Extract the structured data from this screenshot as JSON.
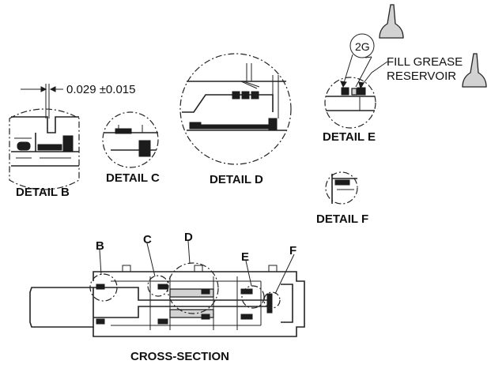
{
  "dimension": {
    "value": "0.029 ±0.015"
  },
  "details": {
    "b": {
      "title": "DETAIL B",
      "marker": "B"
    },
    "c": {
      "title": "DETAIL C",
      "marker": "C"
    },
    "d": {
      "title": "DETAIL D",
      "marker": "D"
    },
    "e": {
      "title": "DETAIL E",
      "marker": "E"
    },
    "f": {
      "title": "DETAIL F",
      "marker": "F"
    }
  },
  "callouts": {
    "grease_code": "2G",
    "fill_line1": "FILL GREASE",
    "fill_line2": "RESERVOIR"
  },
  "cross_section": {
    "title": "CROSS-SECTION"
  },
  "icons": [
    "grease-gun-icon"
  ]
}
